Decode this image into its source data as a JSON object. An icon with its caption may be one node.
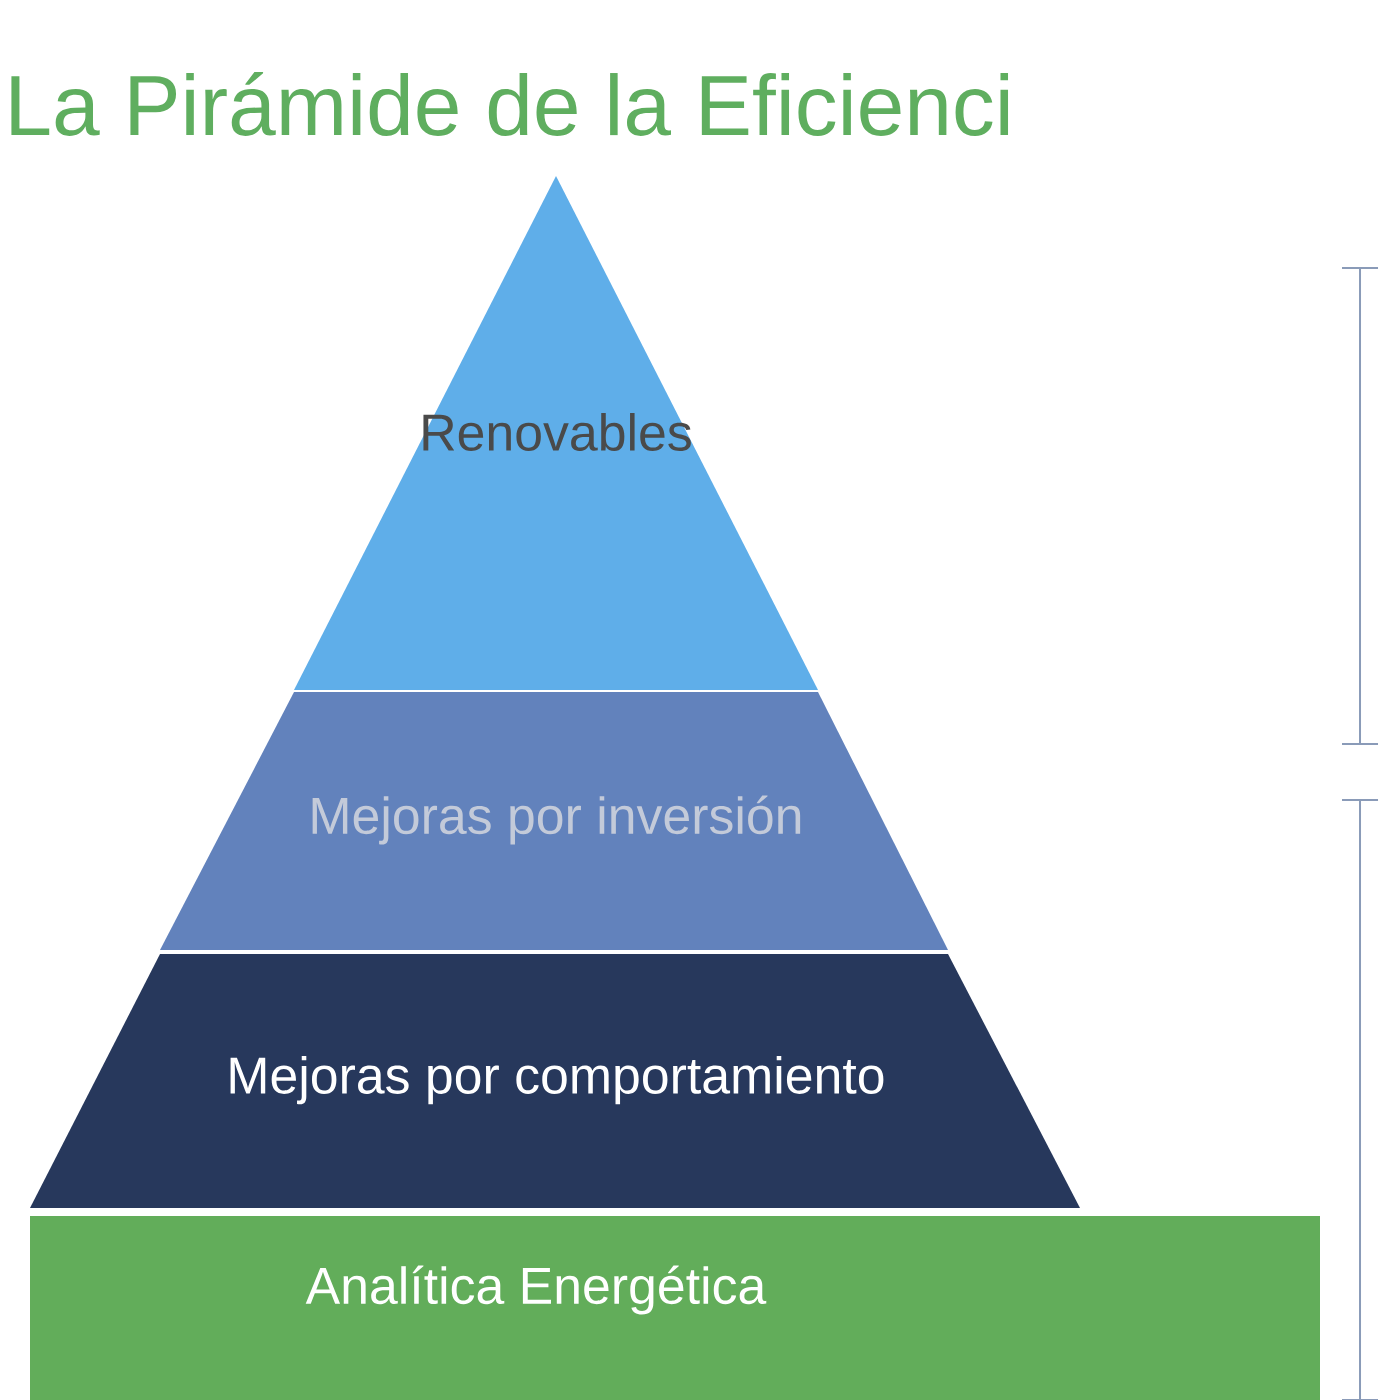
{
  "diagram": {
    "title": "La Pirámide de la Eficienci",
    "nodes": [
      {
        "text": [
          "Renovables"
        ]
      },
      {
        "text": [
          "Mejoras por inversión"
        ]
      },
      {
        "text": [
          "Mejoras por comportamiento"
        ]
      },
      {
        "text": [
          "Analítica Energética"
        ]
      }
    ]
  }
}
